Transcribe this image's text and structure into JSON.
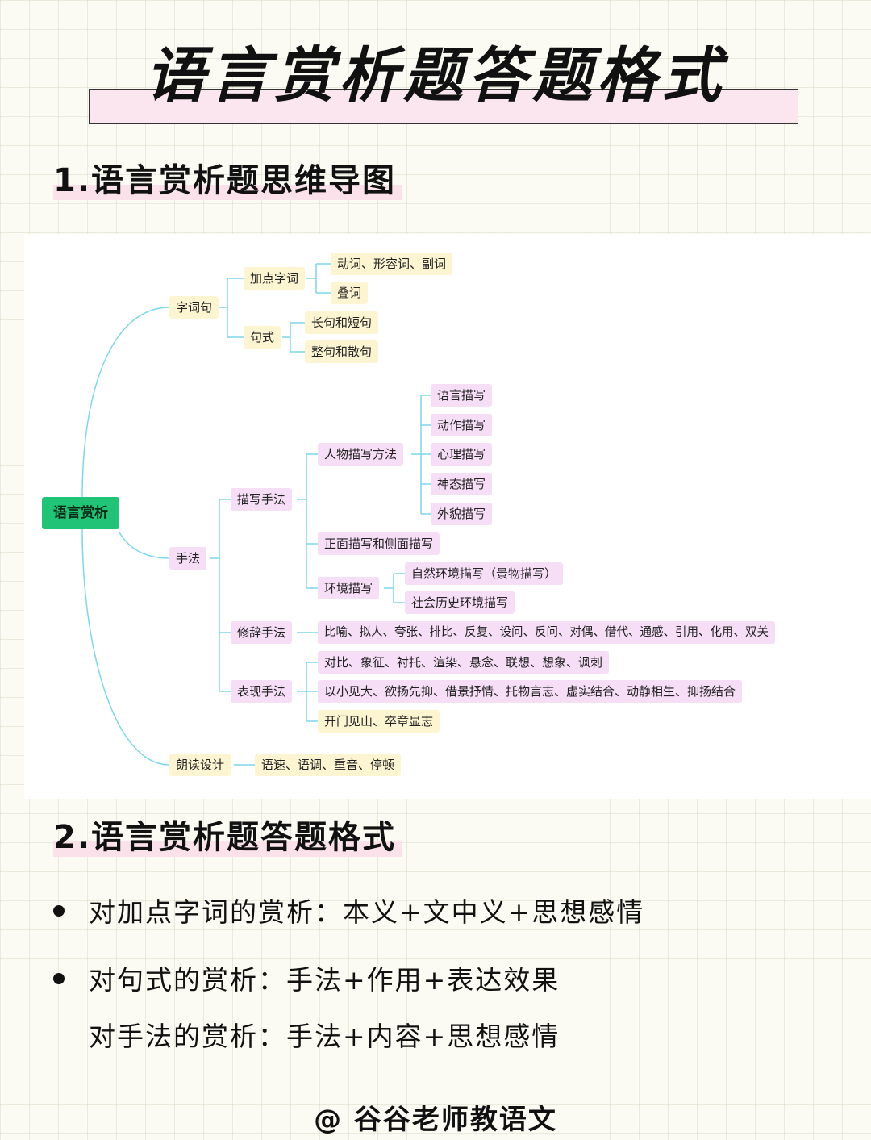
{
  "title": "语言赏析题答题格式",
  "section1_title": "1.语言赏析题思维导图",
  "section2_title": "2.语言赏析题答题格式",
  "mindmap": {
    "root": "语言赏析",
    "n_zicijv": "字词句",
    "n_jiadian": "加点字词",
    "n_dongci": "动词、形容词、副词",
    "n_dieci": "叠词",
    "n_jushi": "句式",
    "n_changju": "长句和短句",
    "n_zhengju": "整句和散句",
    "n_shoufa": "手法",
    "n_miaoxie": "描写手法",
    "n_renwu": "人物描写方法",
    "n_yuyan": "语言描写",
    "n_dongzuo": "动作描写",
    "n_xinli": "心理描写",
    "n_shentai": "神态描写",
    "n_waimao": "外貌描写",
    "n_zhengmian": "正面描写和侧面描写",
    "n_huanjing": "环境描写",
    "n_ziran": "自然环境描写（景物描写）",
    "n_shehui": "社会历史环境描写",
    "n_xiuci": "修辞手法",
    "n_xiuci_list": "比喻、拟人、夸张、排比、反复、设问、反问、对偶、借代、通感、引用、化用、双关",
    "n_biaoxian": "表现手法",
    "n_bx1": "对比、象征、衬托、渲染、悬念、联想、想象、讽刺",
    "n_bx2": "以小见大、欲扬先抑、借景抒情、托物言志、虚实结合、动静相生、抑扬结合",
    "n_bx3": "开门见山、卒章显志",
    "n_langdu": "朗读设计",
    "n_langdu_list": "语速、语调、重音、停顿"
  },
  "bullets": [
    "对加点字词的赏析：本义+文中义+思想感情",
    "对句式的赏析：手法+作用+表达效果",
    "对手法的赏析：手法+内容+思想感情"
  ],
  "footer": "@ 谷谷老师教语文",
  "colors": {
    "root": "#21c476",
    "edge": "#7fd6ec",
    "yellow_node": "#fdf5d2",
    "pink_node": "#f6def6"
  }
}
